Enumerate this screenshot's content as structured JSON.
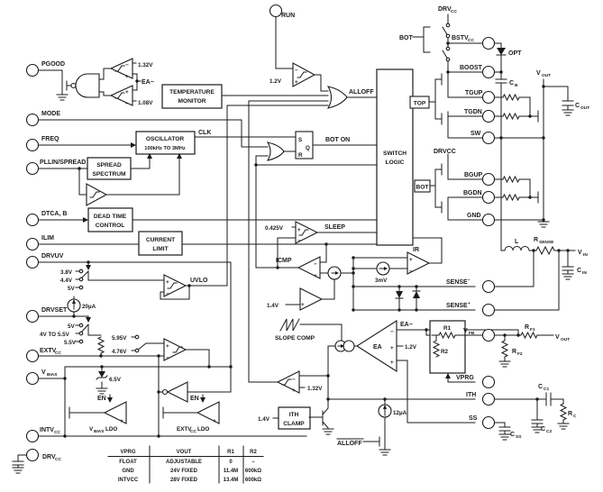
{
  "t": {
    "pgood": "PGOOD",
    "mode": "MODE",
    "freq": "FREQ",
    "pllin": "PLLIN/SPREAD",
    "dtca": "DTCA, B",
    "ilim": "ILIM",
    "drvuv": "DRVUV",
    "drvset": "DRVSET",
    "run": "RUN",
    "bot": "BOT",
    "top": "TOP",
    "opt": "OPT",
    "boost": "BOOST",
    "tgup": "TGUP",
    "tgdn": "TGDN",
    "sw": "SW",
    "drvcc_mid": "DRVCC",
    "bgup": "BGUP",
    "bgdn": "BGDN",
    "gnd": "GND",
    "clk": "CLK",
    "alloff": "ALLOFF",
    "alloff_n": "ALLOFF",
    "boton": "BOT ON",
    "sleep": "SLEEP",
    "icmp": "ICMP",
    "ir": "IR",
    "uvlo": "UVLO",
    "ea": "EA",
    "eaminus": "EA−",
    "s": "S",
    "r": "R",
    "q": "Q",
    "en": "EN",
    "vprg": "VPRG",
    "ith": "ITH",
    "ss": "SS",
    "sense": "SENSE",
    "sup_m": "−",
    "sup_p": "+",
    "plus": "+",
    "minus": "−",
    "v132": "1.32V",
    "v108": "1.08V",
    "v12": "1.2V",
    "v0425": "0.425V",
    "v14": "1.4V",
    "mv3": "3mV",
    "ua12": "12µA",
    "ua20": "20µA",
    "v38": "3.8V",
    "v44": "4.4V",
    "v5": "5V",
    "v4to55": "4V TO 5.5V",
    "v55": "5.5V",
    "v595": "5.95V",
    "v476": "4.76V",
    "v65": "6.5V",
    "sym_v": "V",
    "sym_c": "C",
    "sym_r": "R",
    "sym_l": "L",
    "sub_out": "OUT",
    "sub_in": "IN",
    "sub_b": "B",
    "sub_bias": "BIAS",
    "sub_cc": "CC",
    "sub_fb": "FB",
    "sub_f1": "F1",
    "sub_f2": "F2",
    "sub_c1": "C1",
    "sub_c2": "C2",
    "sub_c": "C",
    "sub_ss": "SS",
    "sub_sense": "SENSE",
    "extv": "EXTV",
    "intv": "INTV",
    "drv": "DRV",
    "bstv": "BSTV",
    "r1": "R1",
    "r2": "R2",
    "ldo": "LDO"
  },
  "blocks": {
    "temp1": "TEMPERATURE",
    "temp2": "MONITOR",
    "osc1": "OSCILLATOR",
    "osc2": "100kHz TO 3MHz",
    "spread1": "SPREAD",
    "spread2": "SPECTRUM",
    "dead1": "DEAD TIME",
    "dead2": "CONTROL",
    "cur1": "CURRENT",
    "cur2": "LIMIT",
    "swl1": "SWITCH",
    "swl2": "LOGIC",
    "slope": "SLOPE COMP",
    "ithc1": "ITH",
    "ithc2": "CLAMP"
  },
  "table": {
    "h": [
      "VPRG",
      "VOUT",
      "R1",
      "R2"
    ],
    "rows": [
      [
        "FLOAT",
        "ADJUSTABLE",
        "0",
        "–"
      ],
      [
        "GND",
        "24V FIXED",
        "11.4M",
        "600kΩ"
      ],
      [
        "INTVCC",
        "28V FIXED",
        "13.4M",
        "600kΩ"
      ]
    ]
  }
}
